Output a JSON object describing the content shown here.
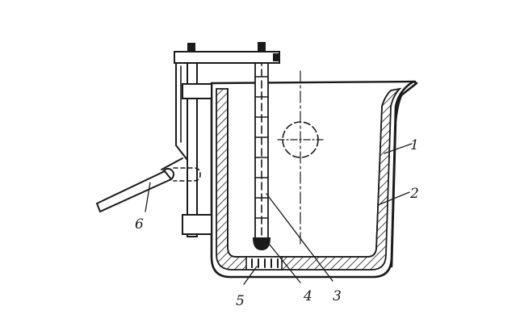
{
  "figure": {
    "labels": {
      "l1": "1",
      "l2": "2",
      "l3": "3",
      "l4": "4",
      "l5": "5",
      "l6": "6"
    },
    "colors": {
      "ink": "#1a1a1a",
      "background": "#ffffff"
    }
  }
}
